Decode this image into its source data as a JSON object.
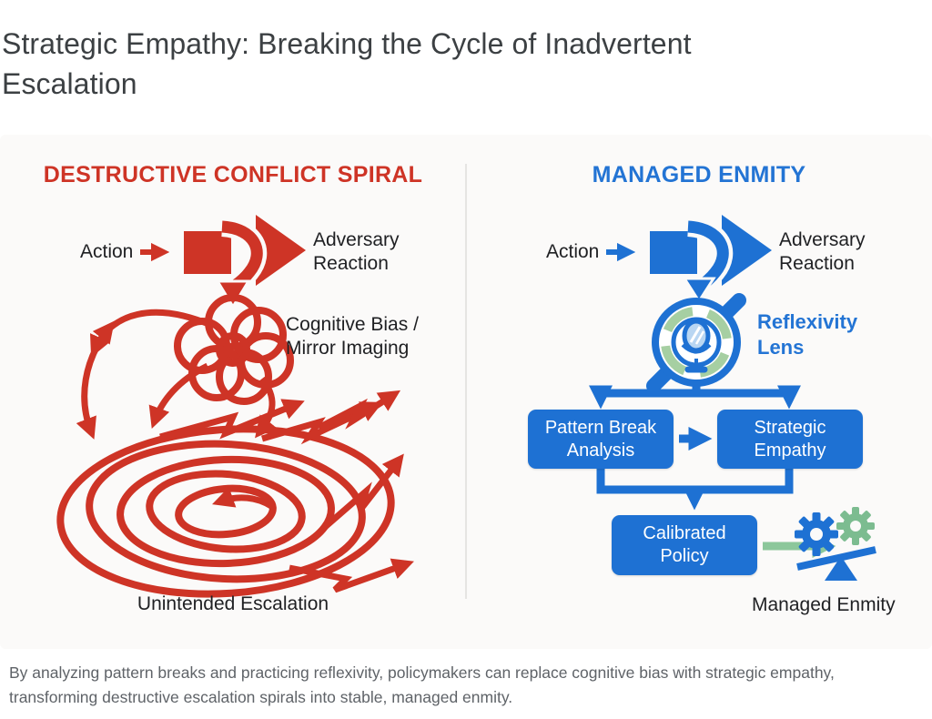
{
  "title": "Strategic Empathy: Breaking the Cycle of Inadvertent Escalation",
  "caption": "By analyzing pattern breaks and practicing reflexivity, policymakers can replace cognitive bias with strategic empathy, transforming destructive escalation spirals into stable, managed enmity.",
  "colors": {
    "red": "#ce3426",
    "blue": "#1e71d3",
    "blue_text": "#2374d4",
    "green": "#7cbc90",
    "green_light": "#a6cfa2",
    "text_dark": "#1f2023",
    "caption_gray": "#5f6368",
    "figure_background": "#fbfaf9"
  },
  "left_panel": {
    "title": "DESTRUCTIVE CONFLICT SPIRAL",
    "action_label": "Action",
    "adversary_label": "Adversary\nReaction",
    "bias_label": "Cognitive Bias /\nMirror Imaging",
    "outcome_label": "Unintended Escalation"
  },
  "right_panel": {
    "title": "MANAGED ENMITY",
    "action_label": "Action",
    "adversary_label": "Adversary\nReaction",
    "lens_label": "Reflexivity\nLens",
    "boxes": [
      {
        "label": "Pattern Break\nAnalysis"
      },
      {
        "label": "Strategic\nEmpathy"
      },
      {
        "label": "Calibrated\nPolicy"
      }
    ],
    "outcome_label": "Managed Enmity"
  }
}
